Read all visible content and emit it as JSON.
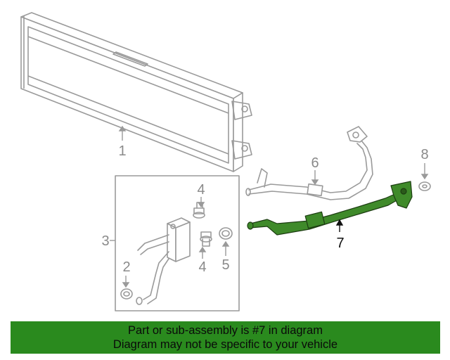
{
  "callouts": {
    "p1": "1",
    "p2": "2",
    "p3": "3",
    "p4a": "4",
    "p4b": "4",
    "p5": "5",
    "p6": "6",
    "p7": "7",
    "p8": "8"
  },
  "highlighted_part": "7",
  "colors": {
    "highlight": "#3f8a2a",
    "banner": "#2a8a1e",
    "line": "#9a9a9a"
  },
  "banner": {
    "line1": "Part or sub-assembly is #7 in diagram",
    "line2": "Diagram may not be specific to your vehicle"
  }
}
